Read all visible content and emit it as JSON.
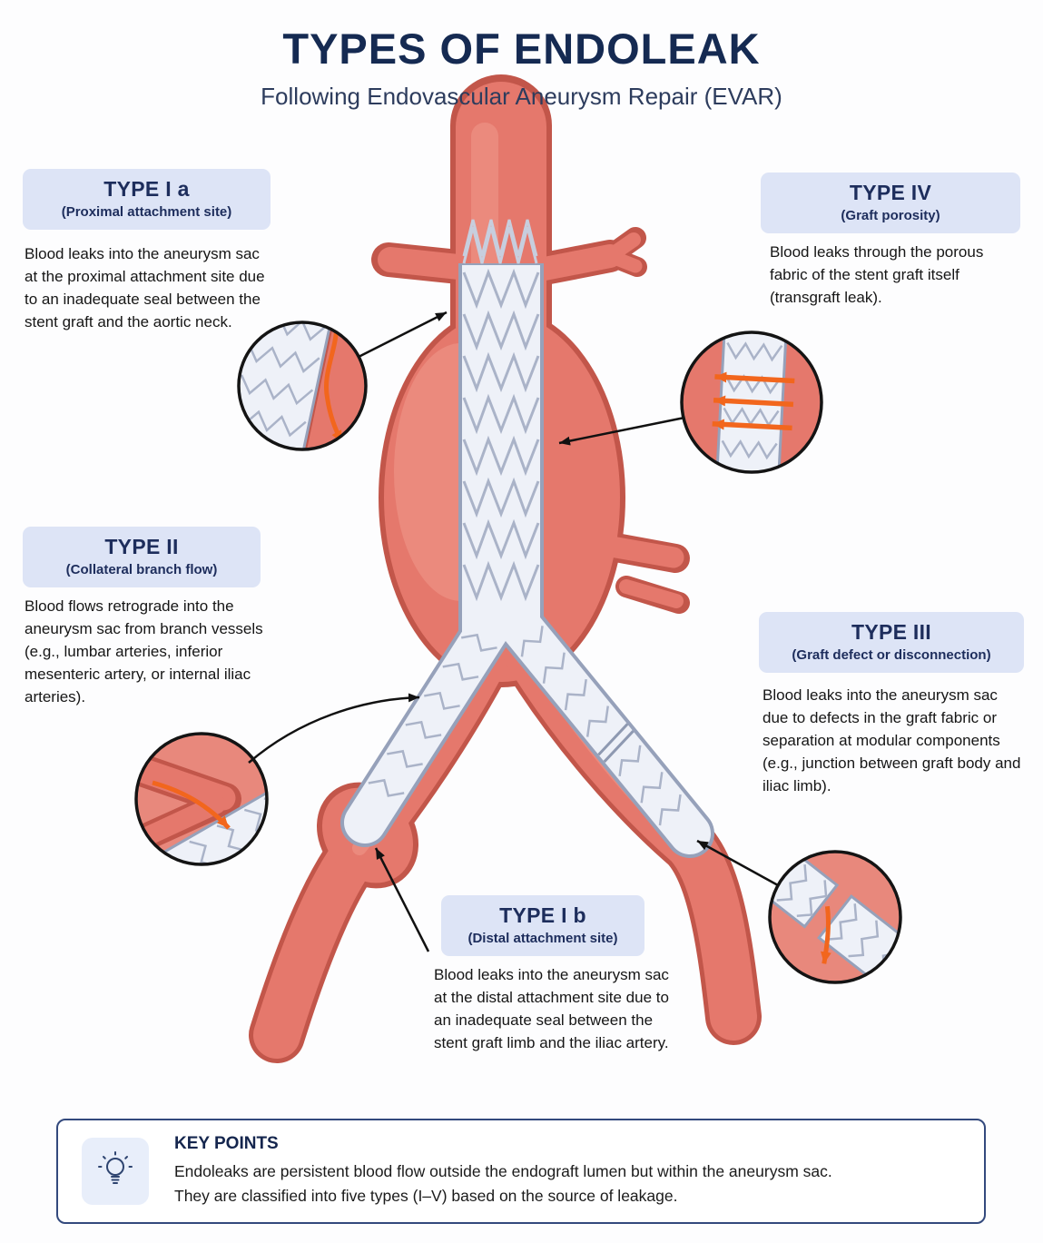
{
  "header": {
    "title": "TYPES OF ENDOLEAK",
    "subtitle": "Following Endovascular Aneurysm Repair (EVAR)"
  },
  "callouts": {
    "type_1a": {
      "title": "TYPE I a",
      "subtitle": "(Proximal attachment site)",
      "body": "Blood leaks into the aneurysm sac at the proximal attachment site due to an inadequate seal between the stent graft and the aortic neck."
    },
    "type_4": {
      "title": "TYPE IV",
      "subtitle": "(Graft porosity)",
      "body": "Blood leaks through the porous fabric of the stent graft itself (transgraft leak)."
    },
    "type_2": {
      "title": "TYPE II",
      "subtitle": "(Collateral branch flow)",
      "body": "Blood flows retrograde into the aneurysm sac from branch vessels (e.g., lumbar arteries, inferior mesenteric artery, or internal iliac arteries)."
    },
    "type_3": {
      "title": "TYPE III",
      "subtitle": "(Graft defect or disconnection)",
      "body": "Blood leaks into the aneurysm sac due to defects in the graft fabric or separation at modular components (e.g., junction between graft body and iliac limb)."
    },
    "type_1b": {
      "title": "TYPE I b",
      "subtitle": "(Distal attachment site)",
      "body": "Blood leaks into the aneurysm sac at the distal attachment site due to an inadequate seal between the stent graft limb and the iliac artery."
    }
  },
  "key_points": {
    "title": "KEY POINTS",
    "line1": "Endoleaks are persistent blood flow outside the endograft lumen but within the aneurysm sac.",
    "line2": "They are classified into five types (I–V) based on the source of leakage."
  },
  "colors": {
    "accent_navy": "#152a52",
    "pill_bg": "#dde4f6",
    "artery_red": "#e5786c",
    "artery_edge": "#c2564a",
    "graft_fill": "#eef1f8",
    "graft_edge": "#96a1ba",
    "leak_orange": "#f2661d"
  }
}
